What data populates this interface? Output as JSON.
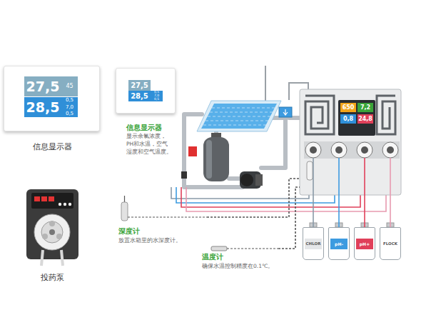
{
  "diagram": {
    "nodes": [
      {
        "text": [
          "27,5",
          "45",
          "28,5",
          "0,5",
          "7,0",
          "0,5",
          "信息显示器"
        ]
      },
      {
        "text": [
          "27,5",
          "28,5",
          "0,5",
          "7,0",
          "0,5",
          "信息显示器",
          "显示余氯浓度，PH和水温，空气湿度和空气温度。"
        ]
      },
      {
        "text": [
          "投药泵"
        ]
      },
      {
        "text": [
          "650",
          "7,2",
          "0,8",
          "24,8"
        ]
      },
      {
        "text": [
          "深度计",
          "放置水箱里的水深度计。"
        ]
      },
      {
        "text": [
          "温度计",
          "确保水温控制精度在0.1℃。"
        ]
      },
      {
        "text": [
          "CHLOR"
        ]
      },
      {
        "text": [
          "pH-"
        ]
      },
      {
        "text": [
          "pH+"
        ]
      },
      {
        "text": [
          "FLOCK"
        ]
      }
    ],
    "edges": [
      {
        "from": 4,
        "to": 3,
        "arrow": "none"
      },
      {
        "from": 5,
        "to": 3,
        "arrow": "none"
      },
      {
        "from": 6,
        "to": 3,
        "arrow": "none"
      },
      {
        "from": 7,
        "to": 3,
        "arrow": "none"
      },
      {
        "from": 8,
        "to": 3,
        "arrow": "none"
      },
      {
        "from": 9,
        "to": 3,
        "arrow": "none"
      }
    ]
  }
}
